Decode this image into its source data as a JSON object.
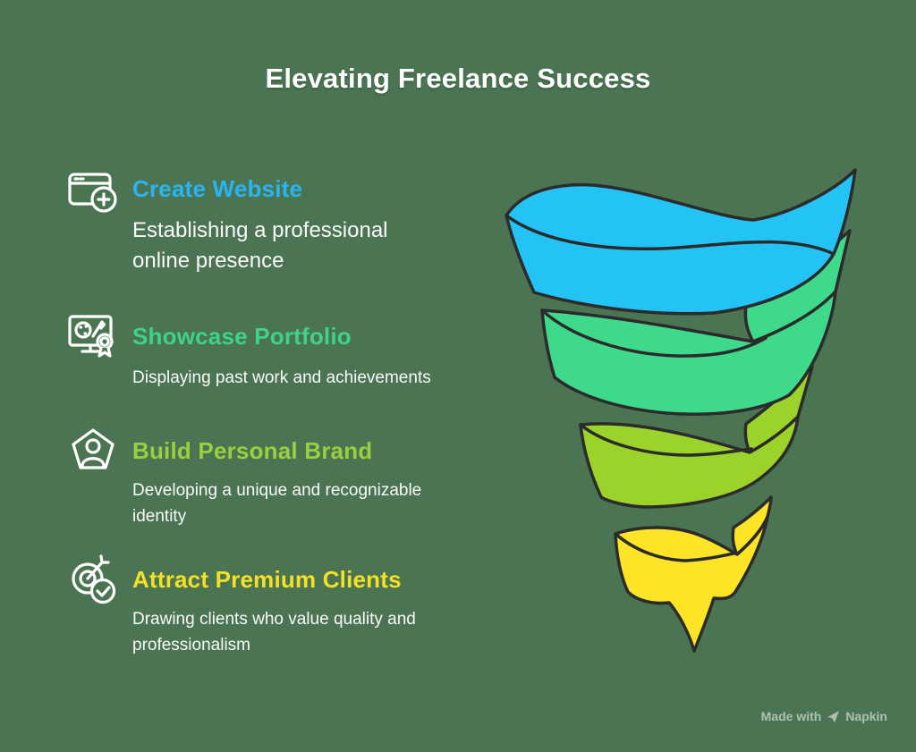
{
  "background": "#4b7552",
  "title": "Elevating Freelance Success",
  "items": [
    {
      "icon": "browser-add-icon",
      "heading": "Create Website",
      "color": "#2ab5f2",
      "description": "Establishing a professional online presence"
    },
    {
      "icon": "portfolio-award-icon",
      "heading": "Showcase Portfolio",
      "color": "#3ed389",
      "description": "Displaying past work and achievements"
    },
    {
      "icon": "personal-brand-icon",
      "heading": "Build Personal Brand",
      "color": "#9bce41",
      "description": "Developing a unique and recognizable identity"
    },
    {
      "icon": "target-check-icon",
      "heading": "Attract Premium Clients",
      "color": "#f4e026",
      "description": "Drawing clients who value quality and professionalism"
    }
  ],
  "funnel": {
    "stages": [
      "Create Website",
      "Showcase Portfolio",
      "Build Personal Brand",
      "Attract Premium Clients"
    ],
    "colors": {
      "blue": "#24c3f5",
      "green": "#3fd98c",
      "lime": "#9cd32b",
      "yellow": "#fde426",
      "outline": "#2b2b2b"
    }
  },
  "watermark": {
    "prefix": "Made with",
    "brand": "Napkin"
  }
}
